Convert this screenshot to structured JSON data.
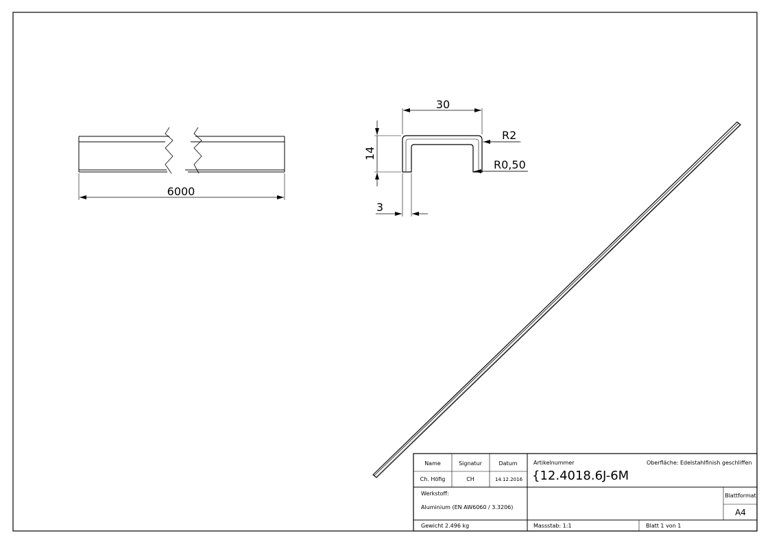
{
  "dimensions": {
    "length": "6000",
    "width": "30",
    "height": "14",
    "thickness": "3",
    "outer_radius": "R2",
    "inner_radius": "R0,50"
  },
  "title_block": {
    "name_label": "Name",
    "signature_label": "Signatur",
    "date_label": "Datum",
    "name_value": "Ch. Höfig",
    "signature_value": "CH",
    "date_value": "14.12.2016",
    "article_label": "Artikelnummer",
    "article_value": "{12.4018.6J-6M",
    "surface_label": "Oberfläche:",
    "surface_value": "Edelstahlfinish geschliffen",
    "material_label": "Werkstoff:",
    "material_value": "Aluminium (EN AW6060 / 3.3206)",
    "weight": "Gewicht 2.496 kg",
    "scale": "Massstab: 1:1",
    "sheet": "Blatt 1 von 1",
    "format_label": "Blattformat",
    "format_value": "A4"
  }
}
